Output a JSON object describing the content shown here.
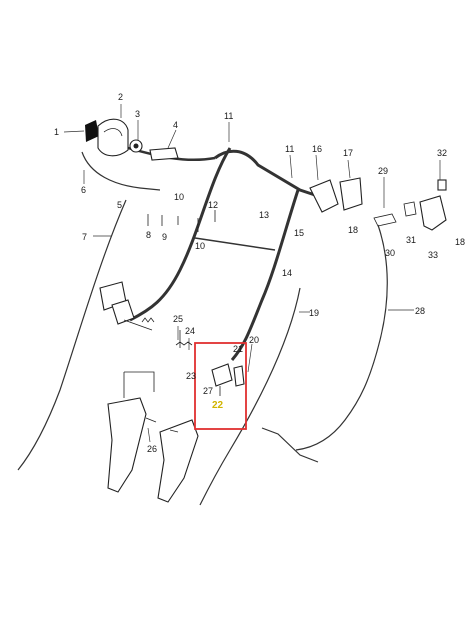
{
  "callouts": [
    "1",
    "2",
    "3",
    "4",
    "5",
    "6",
    "7",
    "8",
    "9",
    "10",
    "11",
    "12",
    "13",
    "14",
    "15",
    "16",
    "17",
    "18",
    "19",
    "20",
    "21",
    "22",
    "23",
    "24",
    "25",
    "26",
    "27",
    "28",
    "29",
    "30",
    "31",
    "32",
    "33"
  ],
  "highlight": {
    "label": "22",
    "box_color": "#e03030",
    "label_color": "#d1b400"
  },
  "icons": [
    "handle-grip-icon",
    "cable-icon",
    "bracket-icon",
    "screw-icon",
    "lever-icon"
  ]
}
